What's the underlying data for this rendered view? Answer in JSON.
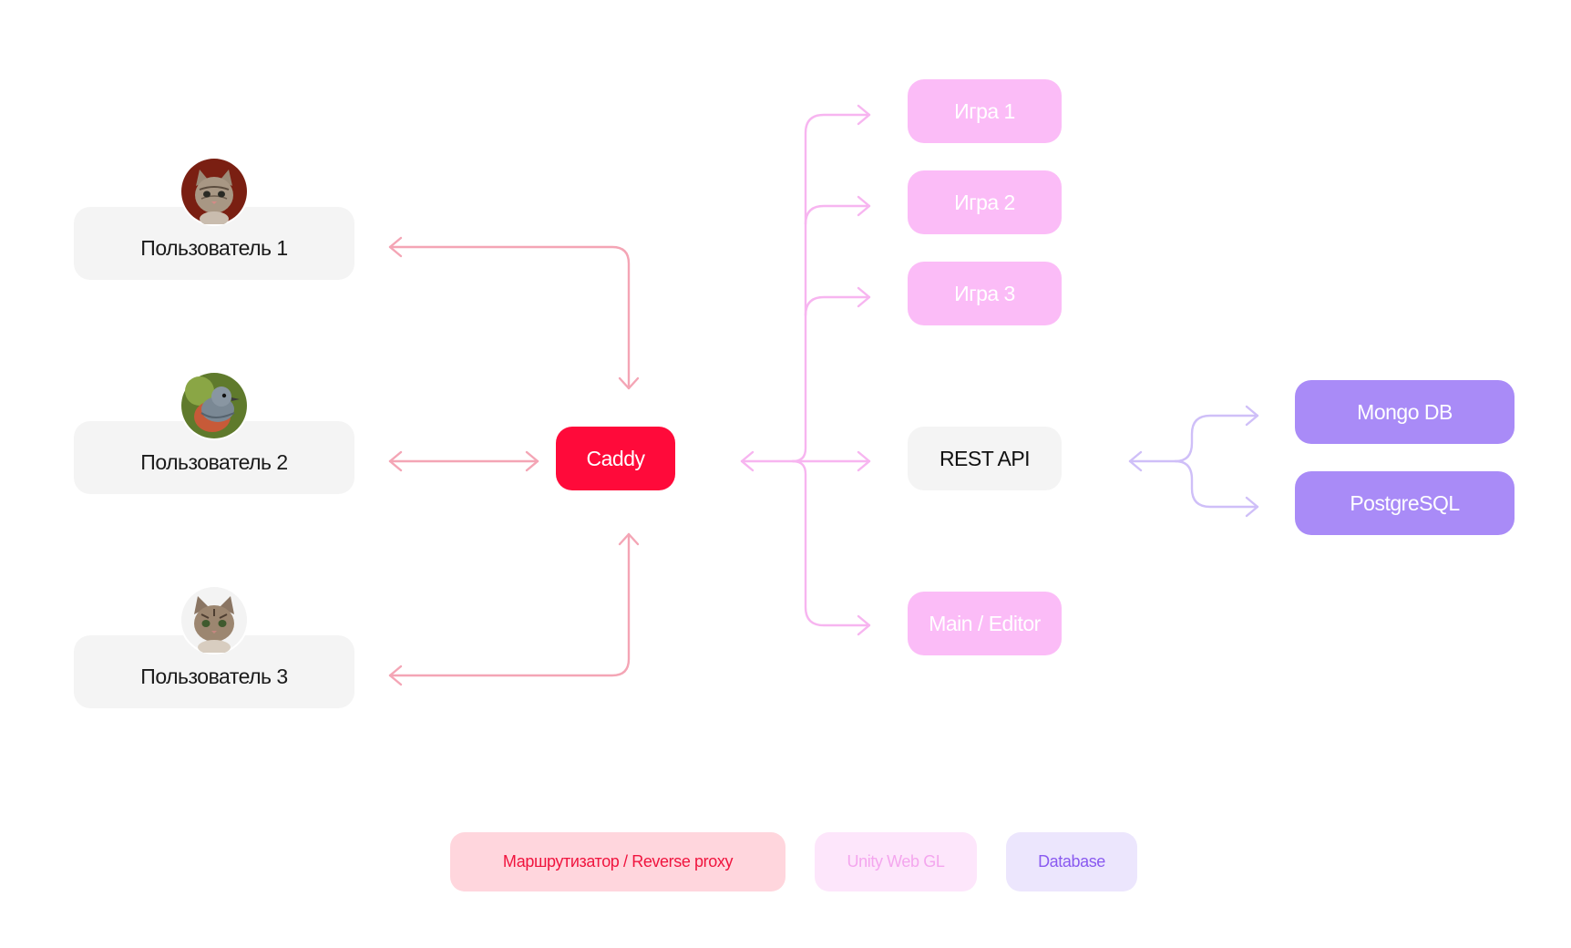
{
  "users": [
    {
      "label": "Пользователь 1",
      "avatar": "kitten-icon"
    },
    {
      "label": "Пользователь 2",
      "avatar": "bird-icon"
    },
    {
      "label": "Пользователь 3",
      "avatar": "tabby-kitten-icon"
    }
  ],
  "proxy": {
    "label": "Caddy"
  },
  "games": [
    {
      "label": "Игра 1"
    },
    {
      "label": "Игра 2"
    },
    {
      "label": "Игра 3"
    }
  ],
  "rest": {
    "label": "REST API"
  },
  "main": {
    "label": "Main / Editor"
  },
  "databases": [
    {
      "label": "Mongo DB"
    },
    {
      "label": "PostgreSQL"
    }
  ],
  "legend": {
    "proxy": "Маршрутизатор / Reverse proxy",
    "unity": "Unity Web GL",
    "database": "Database"
  },
  "colors": {
    "proxy": "#ff0a3a",
    "unity": "#fbbcf7",
    "database": "#a98bf7",
    "neutral": "#f4f4f4",
    "edge_proxy": "#f4a5b5",
    "edge_unity": "#f7b5f0",
    "edge_db": "#cfbff8"
  }
}
